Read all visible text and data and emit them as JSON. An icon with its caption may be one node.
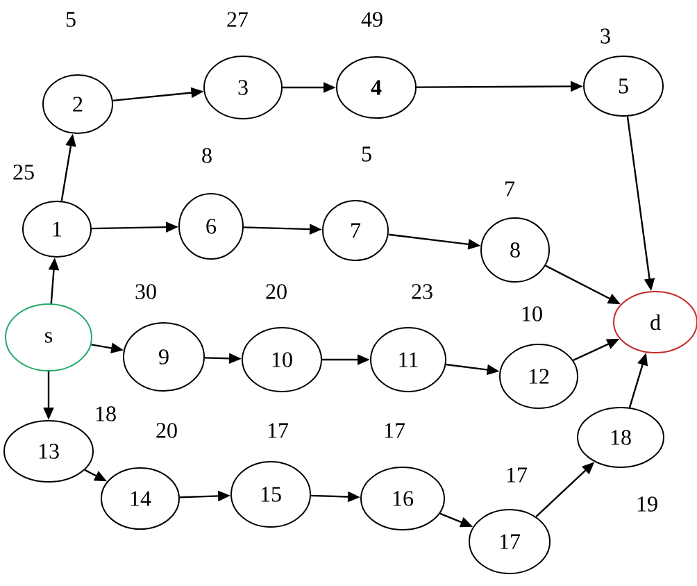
{
  "diagram": {
    "nodes": [
      {
        "text": [
          "s"
        ]
      },
      {
        "text": [
          "1"
        ],
        "beside": [
          "25"
        ]
      },
      {
        "text": [
          "2"
        ],
        "beside": [
          "5"
        ]
      },
      {
        "text": [
          "3"
        ],
        "beside": [
          "27"
        ]
      },
      {
        "text": [
          "4"
        ],
        "beside": [
          "49"
        ]
      },
      {
        "text": [
          "5"
        ],
        "beside": [
          "3"
        ]
      },
      {
        "text": [
          "6"
        ],
        "beside": [
          "8"
        ]
      },
      {
        "text": [
          "7"
        ],
        "beside": [
          "5"
        ]
      },
      {
        "text": [
          "8"
        ],
        "beside": [
          "7"
        ]
      },
      {
        "text": [
          "9"
        ],
        "beside": [
          "30"
        ]
      },
      {
        "text": [
          "10"
        ],
        "beside": [
          "20"
        ]
      },
      {
        "text": [
          "11"
        ],
        "beside": [
          "23"
        ]
      },
      {
        "text": [
          "12"
        ],
        "beside": [
          "10"
        ]
      },
      {
        "text": [
          "13"
        ],
        "beside": [
          "18"
        ]
      },
      {
        "text": [
          "14"
        ],
        "beside": [
          "20"
        ]
      },
      {
        "text": [
          "15"
        ],
        "beside": [
          "17"
        ]
      },
      {
        "text": [
          "16"
        ],
        "beside": [
          "17"
        ]
      },
      {
        "text": [
          "17"
        ],
        "beside": [
          "17"
        ]
      },
      {
        "text": [
          "18"
        ],
        "beside": [
          "19"
        ]
      },
      {
        "text": [
          "d"
        ]
      }
    ],
    "edges": [
      {
        "from": 0,
        "to": 1,
        "arrow": "to"
      },
      {
        "from": 1,
        "to": 2,
        "arrow": "to"
      },
      {
        "from": 2,
        "to": 3,
        "arrow": "to"
      },
      {
        "from": 3,
        "to": 4,
        "arrow": "to"
      },
      {
        "from": 4,
        "to": 5,
        "arrow": "to"
      },
      {
        "from": 5,
        "to": 19,
        "arrow": "to"
      },
      {
        "from": 1,
        "to": 6,
        "arrow": "to"
      },
      {
        "from": 6,
        "to": 7,
        "arrow": "to"
      },
      {
        "from": 7,
        "to": 8,
        "arrow": "to"
      },
      {
        "from": 8,
        "to": 19,
        "arrow": "to"
      },
      {
        "from": 0,
        "to": 9,
        "arrow": "to"
      },
      {
        "from": 9,
        "to": 10,
        "arrow": "to"
      },
      {
        "from": 10,
        "to": 11,
        "arrow": "to"
      },
      {
        "from": 11,
        "to": 12,
        "arrow": "to"
      },
      {
        "from": 12,
        "to": 19,
        "arrow": "to"
      },
      {
        "from": 0,
        "to": 13,
        "arrow": "to"
      },
      {
        "from": 13,
        "to": 14,
        "arrow": "to"
      },
      {
        "from": 14,
        "to": 15,
        "arrow": "to"
      },
      {
        "from": 15,
        "to": 16,
        "arrow": "to"
      },
      {
        "from": 16,
        "to": 17,
        "arrow": "to"
      },
      {
        "from": 17,
        "to": 18,
        "arrow": "to"
      },
      {
        "from": 18,
        "to": 19,
        "arrow": "to"
      }
    ]
  }
}
